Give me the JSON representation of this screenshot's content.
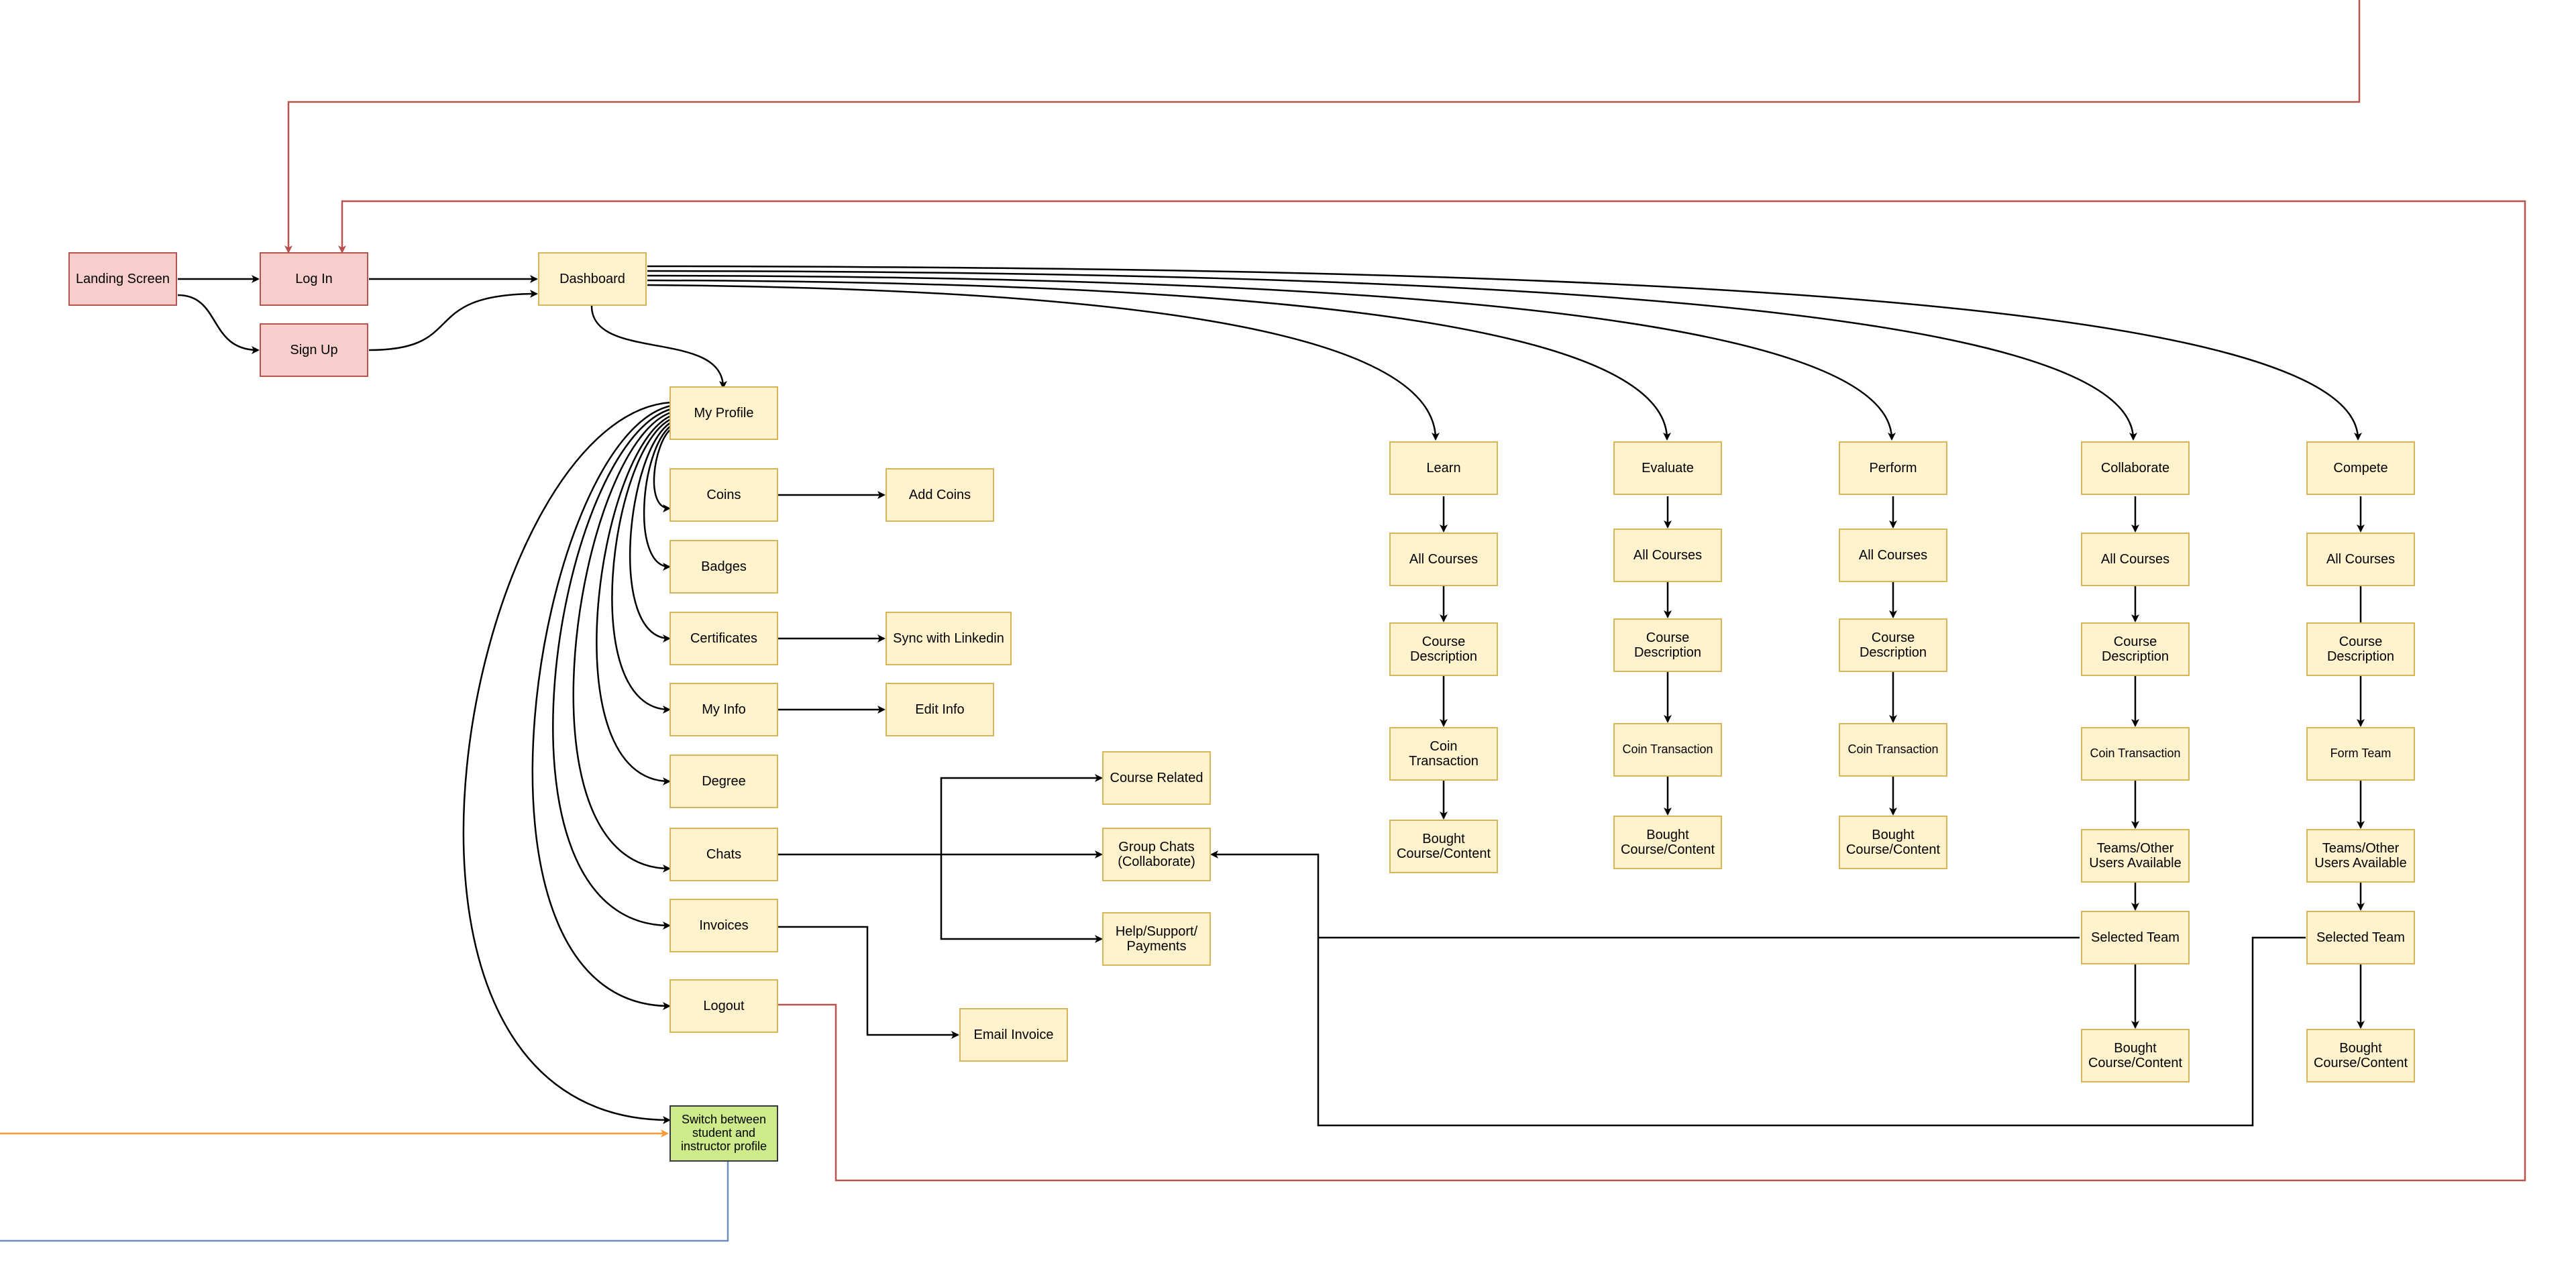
{
  "colors": {
    "node_fill": "#fff2cc",
    "node_border": "#d6b656",
    "auth_fill": "#f8cecc",
    "auth_border": "#b85450",
    "switch_fill": "#cdeb8b",
    "switch_border": "#36393d",
    "edge_black": "#000000",
    "edge_red": "#b85450",
    "edge_orange": "#ff9933",
    "edge_blue": "#6c8ebf"
  },
  "nodes": {
    "landing": "Landing Screen",
    "login": "Log In",
    "signup": "Sign Up",
    "dashboard": "Dashboard",
    "my_profile": "My Profile",
    "coins": "Coins",
    "add_coins": "Add Coins",
    "badges": "Badges",
    "certificates": "Certificates",
    "sync_linkedin": "Sync with Linkedin",
    "my_info": "My Info",
    "edit_info": "Edit Info",
    "degree": "Degree",
    "chats": "Chats",
    "invoices": "Invoices",
    "logout": "Logout",
    "email_invoice": "Email Invoice",
    "switch_profile": "Switch between\nstudent and\ninstructor profile",
    "course_related": "Course Related",
    "group_chats": "Group Chats\n(Collaborate)",
    "help_support": "Help/Support/\nPayments",
    "learn": "Learn",
    "learn_all_courses": "All Courses",
    "learn_course_desc": "Course\nDescription",
    "learn_coin_tx": "Coin Transaction",
    "learn_bought": "Bought\nCourse/Content",
    "evaluate": "Evaluate",
    "evaluate_all_courses": "All Courses",
    "evaluate_course_desc": "Course\nDescription",
    "evaluate_coin_tx": "Coin Transaction",
    "evaluate_bought": "Bought\nCourse/Content",
    "perform": "Perform",
    "perform_all_courses": "All Courses",
    "perform_course_desc": "Course\nDescription",
    "perform_coin_tx": "Coin Transaction",
    "perform_bought": "Bought\nCourse/Content",
    "collaborate": "Collaborate",
    "collab_all_courses": "All Courses",
    "collab_course_desc": "Course\nDescription",
    "collab_coin_tx": "Coin Transaction",
    "collab_teams": "Teams/Other\nUsers Available",
    "collab_selected_team": "Selected Team",
    "collab_bought": "Bought\nCourse/Content",
    "compete": "Compete",
    "compete_all_courses": "All Courses",
    "compete_course_desc": "Course\nDescription",
    "compete_form_team": "Form Team",
    "compete_teams": "Teams/Other\nUsers Available",
    "compete_selected_team": "Selected Team",
    "compete_bought": "Bought\nCourse/Content"
  }
}
